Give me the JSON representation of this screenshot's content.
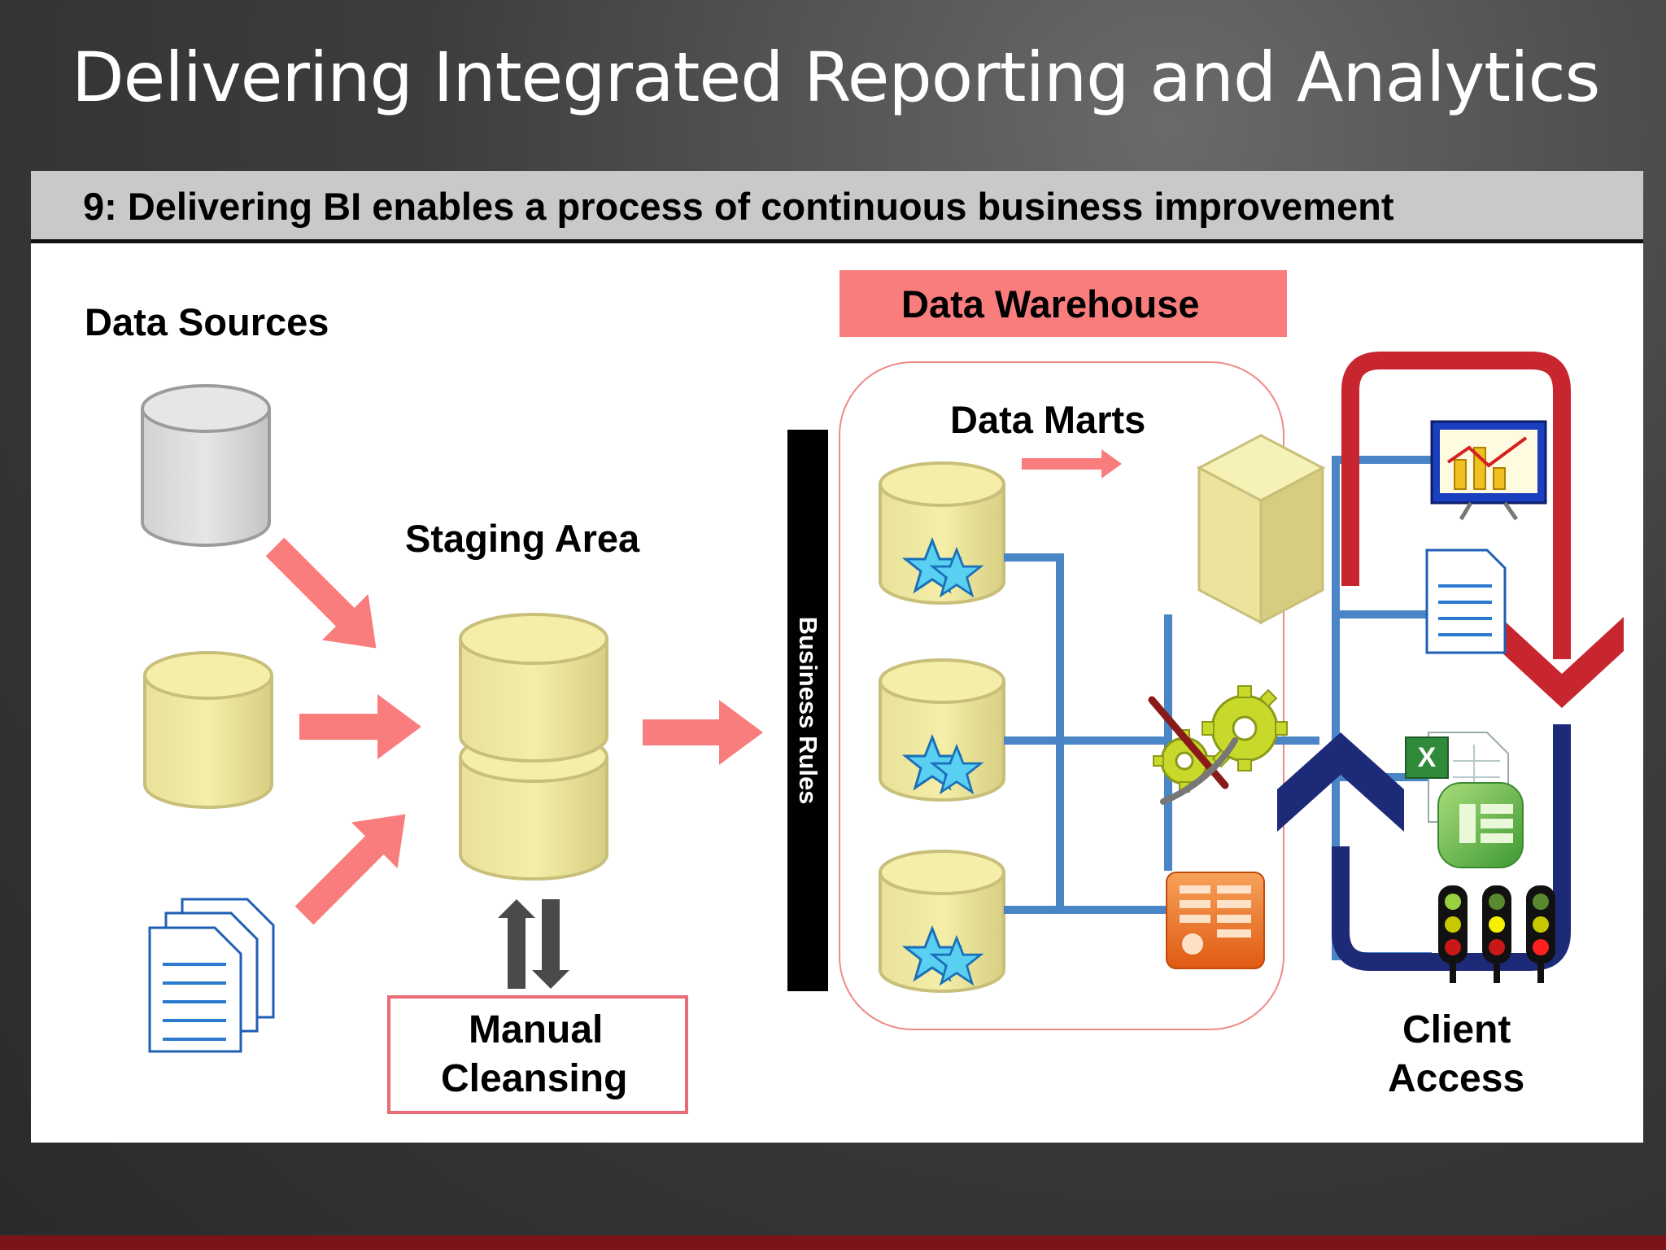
{
  "slide": {
    "title": "Delivering Integrated Reporting and Analytics"
  },
  "panel": {
    "header": "9: Delivering BI enables a process of continuous business improvement"
  },
  "labels": {
    "data_sources": "Data Sources",
    "staging_area": "Staging Area",
    "manual_line1": "Manual",
    "manual_line2": "Cleansing",
    "business_rules": "Business Rules",
    "data_warehouse": "Data Warehouse",
    "data_marts": "Data Marts",
    "client_line1": "Client",
    "client_line2": "Access"
  },
  "colors": {
    "arrow_pink": "#f97d7d",
    "connector_blue": "#4a86c5",
    "cycle_red": "#c8262f",
    "cycle_navy": "#1d2a78",
    "cylinder_yellow": "#f2eba0",
    "cylinder_grey": "#dcdcdc"
  }
}
